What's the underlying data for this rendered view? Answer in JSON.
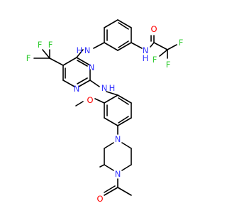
{
  "colors": {
    "carbon_bond": "#000000",
    "nitrogen": "#3333ff",
    "oxygen": "#ff0000",
    "fluorine": "#33cc33",
    "background": "#ffffff"
  },
  "atoms": {
    "n_amide": "N",
    "h_amide": "H",
    "o_amide": "O",
    "f_cf3_amide_1": "F",
    "f_cf3_amide_2": "F",
    "f_cf3_amide_3": "F",
    "n_amine_upper": "N",
    "h_amine_upper": "H",
    "f_cf3_ring_1": "F",
    "f_cf3_ring_2": "F",
    "f_cf3_ring_3": "F",
    "n_pyrimidine_1": "N",
    "n_pyrimidine_3": "N",
    "n_amine_lower": "N",
    "h_amine_lower": "H",
    "o_methoxy": "O",
    "n_piperazine_1": "N",
    "n_piperazine_4": "N",
    "o_acetyl": "O"
  }
}
